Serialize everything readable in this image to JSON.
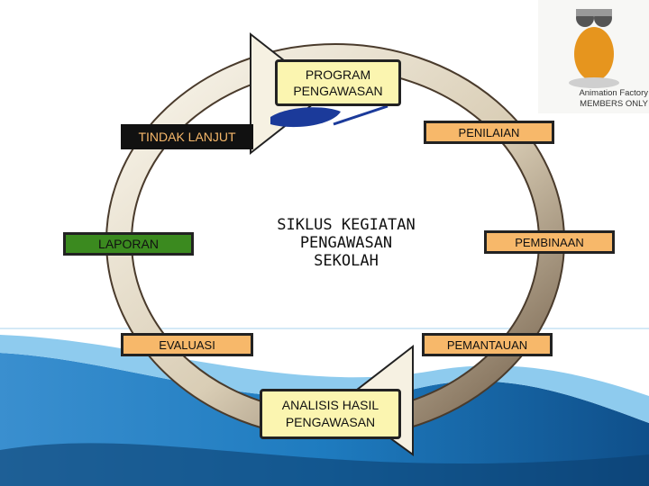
{
  "diagram": {
    "center_label": "SIKLUS KEGIATAN PENGAWASAN SEKOLAH",
    "nodes": {
      "program": "PROGRAM PENGAWASAN",
      "penilaian": "PENILAIAN",
      "pembinaan": "PEMBINAAN",
      "pemantauan": "PEMANTAUAN",
      "analisis": "ANALISIS HASIL PENGAWASAN",
      "evaluasi": "EVALUASI",
      "laporan": "LAPORAN",
      "tindak_lanjut": "TINDAK LANJUT"
    },
    "colors": {
      "orange_box": "#f7b86a",
      "yellow_box": "#fbf5b0",
      "green_box": "#3b8a1f",
      "dark_box": "#111111",
      "arrow_cream": "#f6f1e2",
      "arrow_brown": "#6e5a45",
      "wave_blue": "#1e7bbf",
      "wave_light": "#8ecbee"
    }
  },
  "logo": {
    "line1": "Animation Factory",
    "line2": "MEMBERS ONLY"
  }
}
